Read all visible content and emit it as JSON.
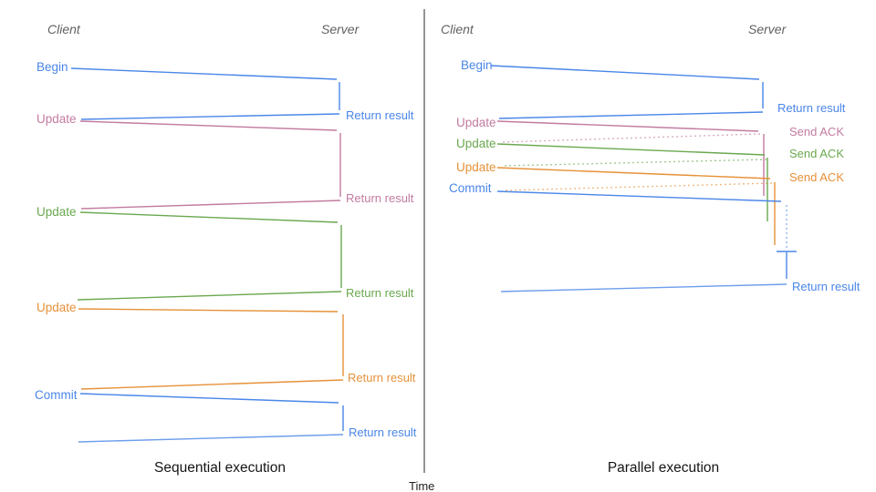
{
  "seq": {
    "client_header": "Client",
    "server_header": "Server",
    "title": "Sequential execution",
    "events": [
      "Begin",
      "Update",
      "Update",
      "Update",
      "Commit"
    ],
    "server_labels": [
      "Return result",
      "Return result",
      "Return result",
      "Return result",
      "Return result"
    ]
  },
  "par": {
    "client_header": "Client",
    "server_header": "Server",
    "title": "Parallel execution",
    "events": [
      "Begin",
      "Update",
      "Update",
      "Update",
      "Commit"
    ],
    "server_labels": [
      "Return result",
      "Send ACK",
      "Send ACK",
      "Send ACK",
      "Return result"
    ]
  },
  "time_axis": {
    "label": "Time"
  },
  "colors": {
    "transaction_blue": "#4a86e8",
    "final_return_light_blue": "#6d9eeb",
    "update1_pink": "#c27ba0",
    "update2_green": "#6aa84f",
    "update3_orange": "#e69138",
    "axis_gray": "#4d4d4d"
  }
}
